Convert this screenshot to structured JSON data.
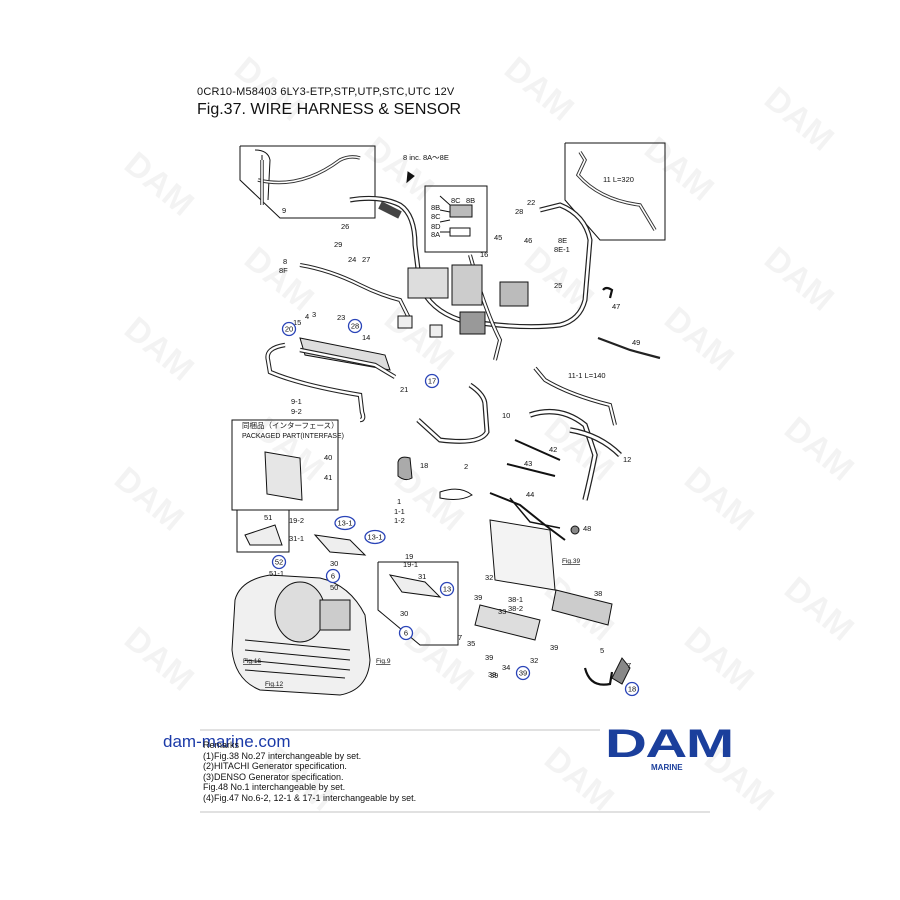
{
  "header": {
    "code": "0CR10-M58403   6LY3-ETP,STP,UTP,STC,UTC 12V",
    "title": "Fig.37.  WIRE HARNESS & SENSOR"
  },
  "watermark": {
    "text": "DAM"
  },
  "site_url": "dam-marine.com",
  "remarks": [
    "Remarks",
    "(1)Fig.38 No.27 interchangeable by set.",
    "(2)HITACHI Generator specification.",
    "(3)DENSO Generator specification.",
    "Fig.48 No.1 interchangeable by set.",
    "(4)Fig.47 No.6-2, 12-1 & 17-1 interchangeable by set."
  ],
  "logo": {
    "word": "DAM",
    "sub": "MARINE",
    "color": "#1b3f9c"
  },
  "diagram": {
    "labels": [
      {
        "t": "8 inc. 8A～8E"
      },
      {
        "t": "9"
      },
      {
        "t": "26"
      },
      {
        "t": "11  L=320"
      },
      {
        "t": "8C"
      },
      {
        "t": "8B"
      },
      {
        "t": "8B"
      },
      {
        "t": "8C"
      },
      {
        "t": "8D"
      },
      {
        "t": "8A"
      },
      {
        "t": "22"
      },
      {
        "t": "28"
      },
      {
        "t": "45"
      },
      {
        "t": "46"
      },
      {
        "t": "8E"
      },
      {
        "t": "8E-1"
      },
      {
        "t": "29"
      },
      {
        "t": "24"
      },
      {
        "t": "27"
      },
      {
        "t": "8"
      },
      {
        "t": "8F"
      },
      {
        "t": "16"
      },
      {
        "t": "25"
      },
      {
        "t": "47"
      },
      {
        "t": "15"
      },
      {
        "t": "4"
      },
      {
        "t": "3"
      },
      {
        "t": "23"
      },
      {
        "t": "14"
      },
      {
        "t": "49"
      },
      {
        "t": "11-1  L=140"
      },
      {
        "t": "9-1"
      },
      {
        "t": "9-2"
      },
      {
        "t": "21"
      },
      {
        "t": "10"
      },
      {
        "t": "42"
      },
      {
        "t": "12"
      },
      {
        "t": "40"
      },
      {
        "t": "41"
      },
      {
        "t": "18"
      },
      {
        "t": "2"
      },
      {
        "t": "43"
      },
      {
        "t": "1"
      },
      {
        "t": "1-1"
      },
      {
        "t": "1-2"
      },
      {
        "t": "44"
      },
      {
        "t": "51"
      },
      {
        "t": "19-2"
      },
      {
        "t": "31-1"
      },
      {
        "t": "48"
      },
      {
        "t": "30"
      },
      {
        "t": "50"
      },
      {
        "t": "51-1"
      },
      {
        "t": "19"
      },
      {
        "t": "19-1"
      },
      {
        "t": "31"
      },
      {
        "t": "30"
      },
      {
        "t": "32"
      },
      {
        "t": "39"
      },
      {
        "t": "38"
      },
      {
        "t": "38-1"
      },
      {
        "t": "38-2"
      },
      {
        "t": "7"
      },
      {
        "t": "33"
      },
      {
        "t": "35"
      },
      {
        "t": "39"
      },
      {
        "t": "39"
      },
      {
        "t": "34"
      },
      {
        "t": "32"
      },
      {
        "t": "39"
      },
      {
        "t": "5"
      },
      {
        "t": "7"
      },
      {
        "t": "39"
      }
    ],
    "circled": [
      {
        "t": "20"
      },
      {
        "t": "28"
      },
      {
        "t": "17"
      },
      {
        "t": "13-1"
      },
      {
        "t": "13-1"
      },
      {
        "t": "52"
      },
      {
        "t": "6"
      },
      {
        "t": "13"
      },
      {
        "t": "6"
      },
      {
        "t": "39"
      },
      {
        "t": "18"
      }
    ],
    "packaged": {
      "jp": "同梱品（インターフェース）",
      "en": "PACKAGED PART(INTERFASE)"
    },
    "fig_refs": [
      "Fig.39",
      "Fig.16",
      "Fig.9",
      "Fig.12"
    ]
  }
}
